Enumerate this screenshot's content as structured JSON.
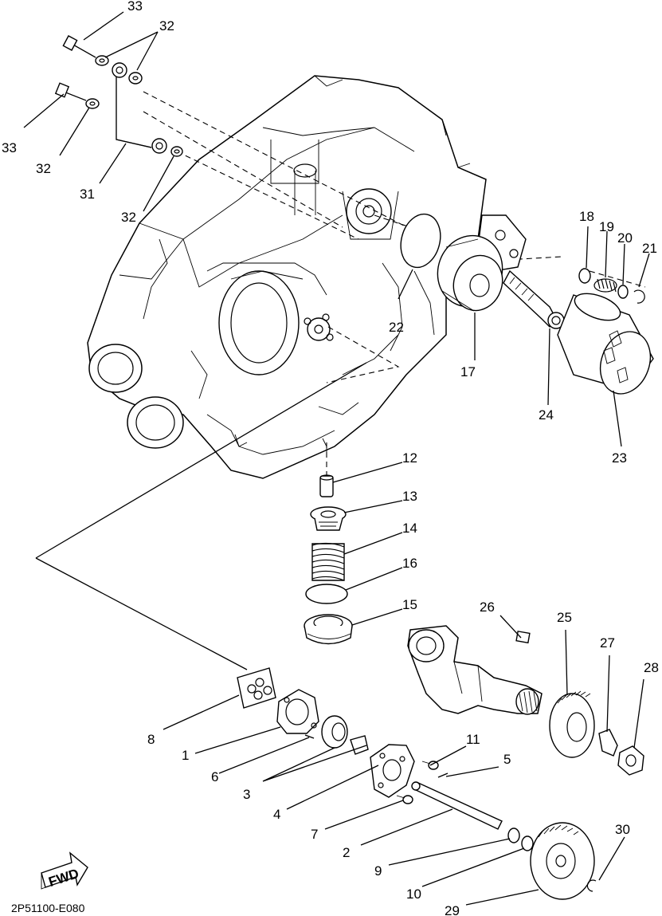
{
  "diagram": {
    "drawing_code": "2P51100-E080",
    "fwd_label": "FWD",
    "callouts": {
      "n1": "1",
      "n2": "2",
      "n3": "3",
      "n4": "4",
      "n5": "5",
      "n6": "6",
      "n7": "7",
      "n8": "8",
      "n9": "9",
      "n10": "10",
      "n11": "11",
      "n12": "12",
      "n13": "13",
      "n14": "14",
      "n15": "15",
      "n16": "16",
      "n17": "17",
      "n18": "18",
      "n19": "19",
      "n20": "20",
      "n21": "21",
      "n22": "22",
      "n23": "23",
      "n24": "24",
      "n25": "25",
      "n26": "26",
      "n27": "27",
      "n28": "28",
      "n29": "29",
      "n30": "30",
      "n31": "31",
      "n32a": "32",
      "n32b": "32",
      "n32c": "32",
      "n33a": "33",
      "n33b": "33"
    }
  }
}
